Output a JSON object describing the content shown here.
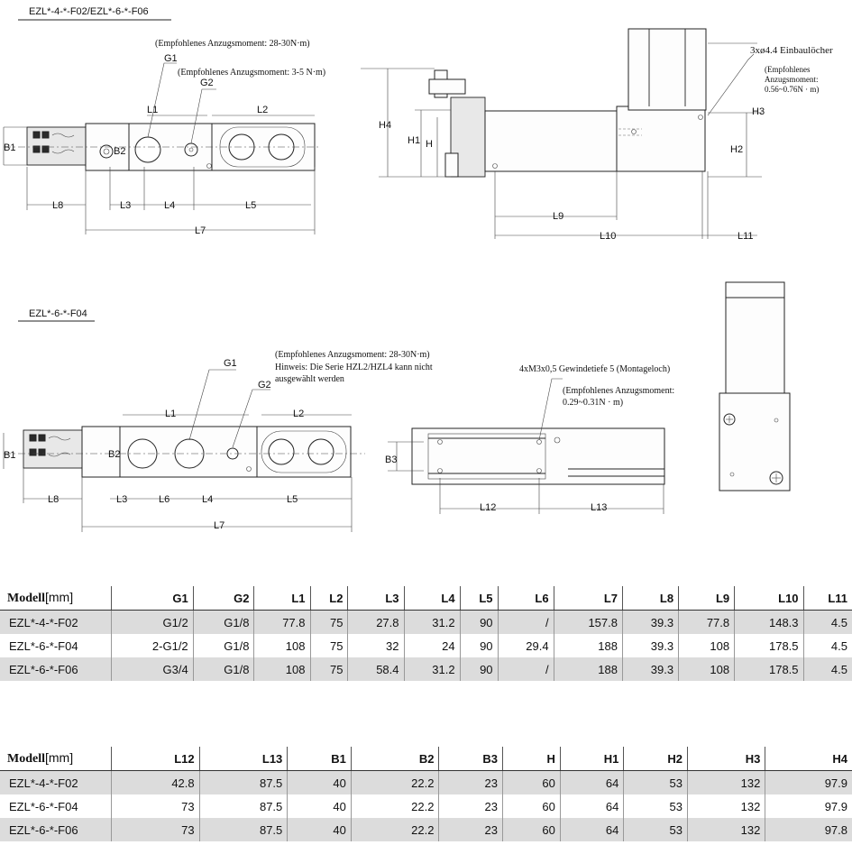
{
  "drawing": {
    "section1_title": "EZL*-4-*-F02/EZL*-6-*-F06",
    "section2_title": "EZL*-6-*-F04",
    "notes": {
      "torque_g1_top": "(Empfohlenes Anzugsmoment: 28-30N·m)",
      "torque_g2_top": "(Empfohlenes Anzugsmoment: 3-5 N·m)",
      "mount_holes": "3xø4.4 Einbaulöcher",
      "mount_torque_1": "(Empfohlenes",
      "mount_torque_2": "Anzugsmoment:",
      "mount_torque_3": "0.56~0.76N · m)",
      "torque_g1_mid": "(Empfohlenes Anzugsmoment: 28-30N·m)",
      "hint_1": "Hinweis: Die Serie HZL2/HZL4 kann nicht",
      "hint_2": "ausgewählt werden",
      "thread_hole": "4xM3x0,5 Gewindetiefe 5 (Montageloch)",
      "thread_torque_1": "(Empfohlenes Anzugsmoment:",
      "thread_torque_2": "0.29~0.31N · m)"
    },
    "dims": {
      "G1": "G1",
      "G2": "G2",
      "L1": "L1",
      "L2": "L2",
      "L3": "L3",
      "L4": "L4",
      "L5": "L5",
      "L6": "L6",
      "L7": "L7",
      "L8": "L8",
      "L9": "L9",
      "L10": "L10",
      "L11": "L11",
      "L12": "L12",
      "L13": "L13",
      "B1": "B1",
      "B2": "B2",
      "B3": "B3",
      "H": "H",
      "H1": "H1",
      "H2": "H2",
      "H3": "H3",
      "H4": "H4"
    }
  },
  "table1": {
    "model_header": "Modell",
    "unit_header": "[mm]",
    "columns": [
      "G1",
      "G2",
      "L1",
      "L2",
      "L3",
      "L4",
      "L5",
      "L6",
      "L7",
      "L8",
      "L9",
      "L10",
      "L11"
    ],
    "rows": [
      [
        "EZL*-4-*-F02",
        "G1/2",
        "G1/8",
        "77.8",
        "75",
        "27.8",
        "31.2",
        "90",
        "/",
        "157.8",
        "39.3",
        "77.8",
        "148.3",
        "4.5"
      ],
      [
        "EZL*-6-*-F04",
        "2-G1/2",
        "G1/8",
        "108",
        "75",
        "32",
        "24",
        "90",
        "29.4",
        "188",
        "39.3",
        "108",
        "178.5",
        "4.5"
      ],
      [
        "EZL*-6-*-F06",
        "G3/4",
        "G1/8",
        "108",
        "75",
        "58.4",
        "31.2",
        "90",
        "/",
        "188",
        "39.3",
        "108",
        "178.5",
        "4.5"
      ]
    ]
  },
  "table2": {
    "model_header": "Modell",
    "unit_header": "[mm]",
    "columns": [
      "L12",
      "L13",
      "B1",
      "B2",
      "B3",
      "H",
      "H1",
      "H2",
      "H3",
      "H4"
    ],
    "rows": [
      [
        "EZL*-4-*-F02",
        "42.8",
        "87.5",
        "40",
        "22.2",
        "23",
        "60",
        "64",
        "53",
        "132",
        "97.9"
      ],
      [
        "EZL*-6-*-F04",
        "73",
        "87.5",
        "40",
        "22.2",
        "23",
        "60",
        "64",
        "53",
        "132",
        "97.9"
      ],
      [
        "EZL*-6-*-F06",
        "73",
        "87.5",
        "40",
        "22.2",
        "23",
        "60",
        "64",
        "53",
        "132",
        "97.8"
      ]
    ]
  }
}
